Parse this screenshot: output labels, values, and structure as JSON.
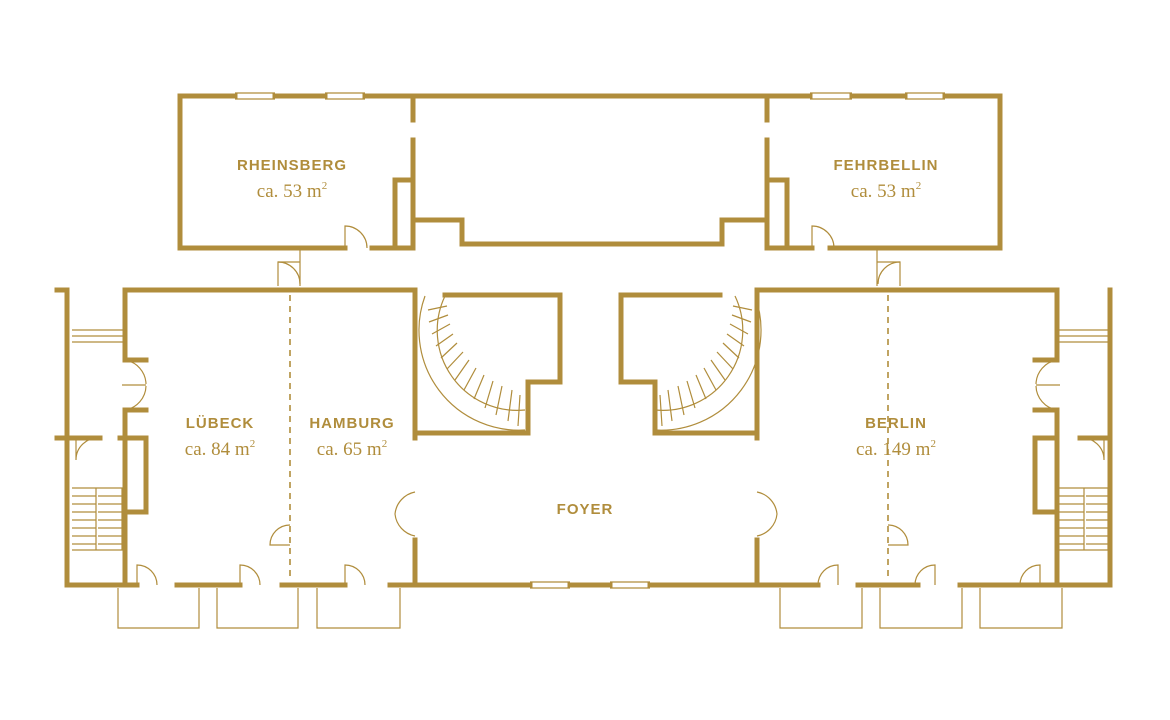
{
  "colors": {
    "line": "#b08d3c",
    "background": "#ffffff"
  },
  "rooms": {
    "rheinsberg": {
      "name": "RHEINSBERG",
      "area": "ca. 53 m",
      "unit_sup": "2"
    },
    "fehrbellin": {
      "name": "FEHRBELLIN",
      "area": "ca. 53 m",
      "unit_sup": "2"
    },
    "luebeck": {
      "name": "LÜBECK",
      "area": "ca. 84 m",
      "unit_sup": "2"
    },
    "hamburg": {
      "name": "HAMBURG",
      "area": "ca. 65 m",
      "unit_sup": "2"
    },
    "berlin": {
      "name": "BERLIN",
      "area": "ca. 149 m",
      "unit_sup": "2"
    },
    "foyer": {
      "name": "FOYER"
    }
  }
}
